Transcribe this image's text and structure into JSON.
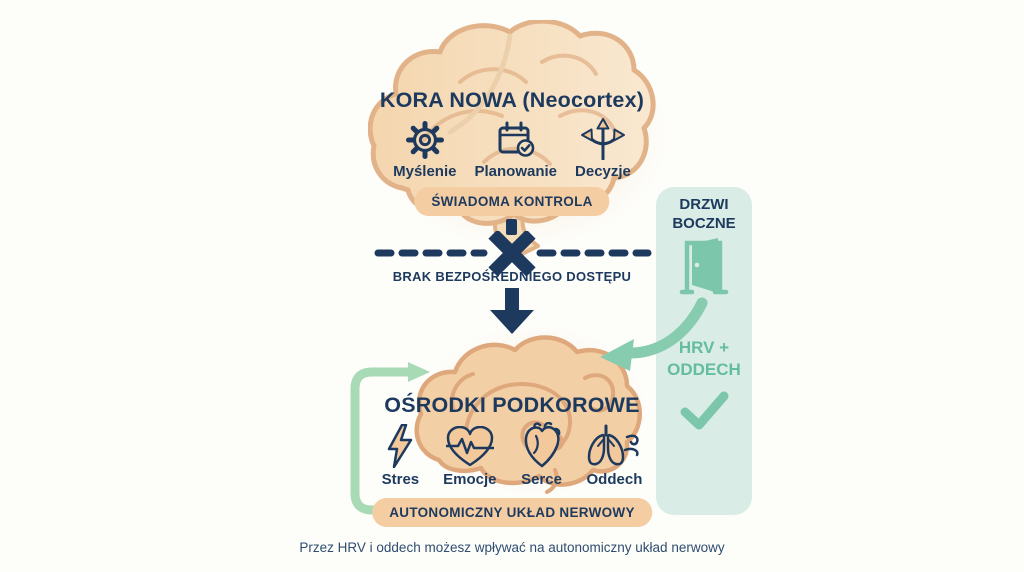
{
  "caption": "Przez HRV i oddech możesz wpływać na autonomiczny układ nerwowy",
  "neocortex": {
    "title": "KORA NOWA (Neocortex)",
    "badge": "ŚWIADOMA KONTROLA",
    "functions": [
      {
        "label": "Myślenie",
        "icon": "gear-icon"
      },
      {
        "label": "Planowanie",
        "icon": "calendar-check-icon"
      },
      {
        "label": "Decyzje",
        "icon": "branch-arrows-icon"
      }
    ]
  },
  "barrier": {
    "label": "BRAK BEZPOŚREDNIEGO DOSTĘPU"
  },
  "subcortical": {
    "title": "OŚRODKI PODKOROWE",
    "badge": "AUTONOMICZNY UKŁAD NERWOWY",
    "functions": [
      {
        "label": "Stres",
        "icon": "lightning-icon"
      },
      {
        "label": "Emocje",
        "icon": "heart-pulse-icon"
      },
      {
        "label": "Serce",
        "icon": "anatomical-heart-icon"
      },
      {
        "label": "Oddech",
        "icon": "lungs-icon"
      }
    ]
  },
  "side_door": {
    "title_lines": [
      "DRZWI",
      "BOCZNE"
    ],
    "method_lines": [
      "HRV +",
      "ODDECH"
    ],
    "icons": [
      "open-door-icon",
      "checkmark-icon"
    ]
  },
  "colors": {
    "navy": "#1d3a5e",
    "peach_badge": "#f5cda2",
    "peach_icon_fill": "#f3c89b",
    "brain_fill": "#f7e0bf",
    "brain_outline": "#e2b289",
    "lower_brain_fill": "#f2cfa4",
    "lower_brain_outline": "#dfa87c",
    "teal_panel": "#d9ece5",
    "teal_accent": "#7cc7ab",
    "green_loop": "#a8dab6"
  }
}
